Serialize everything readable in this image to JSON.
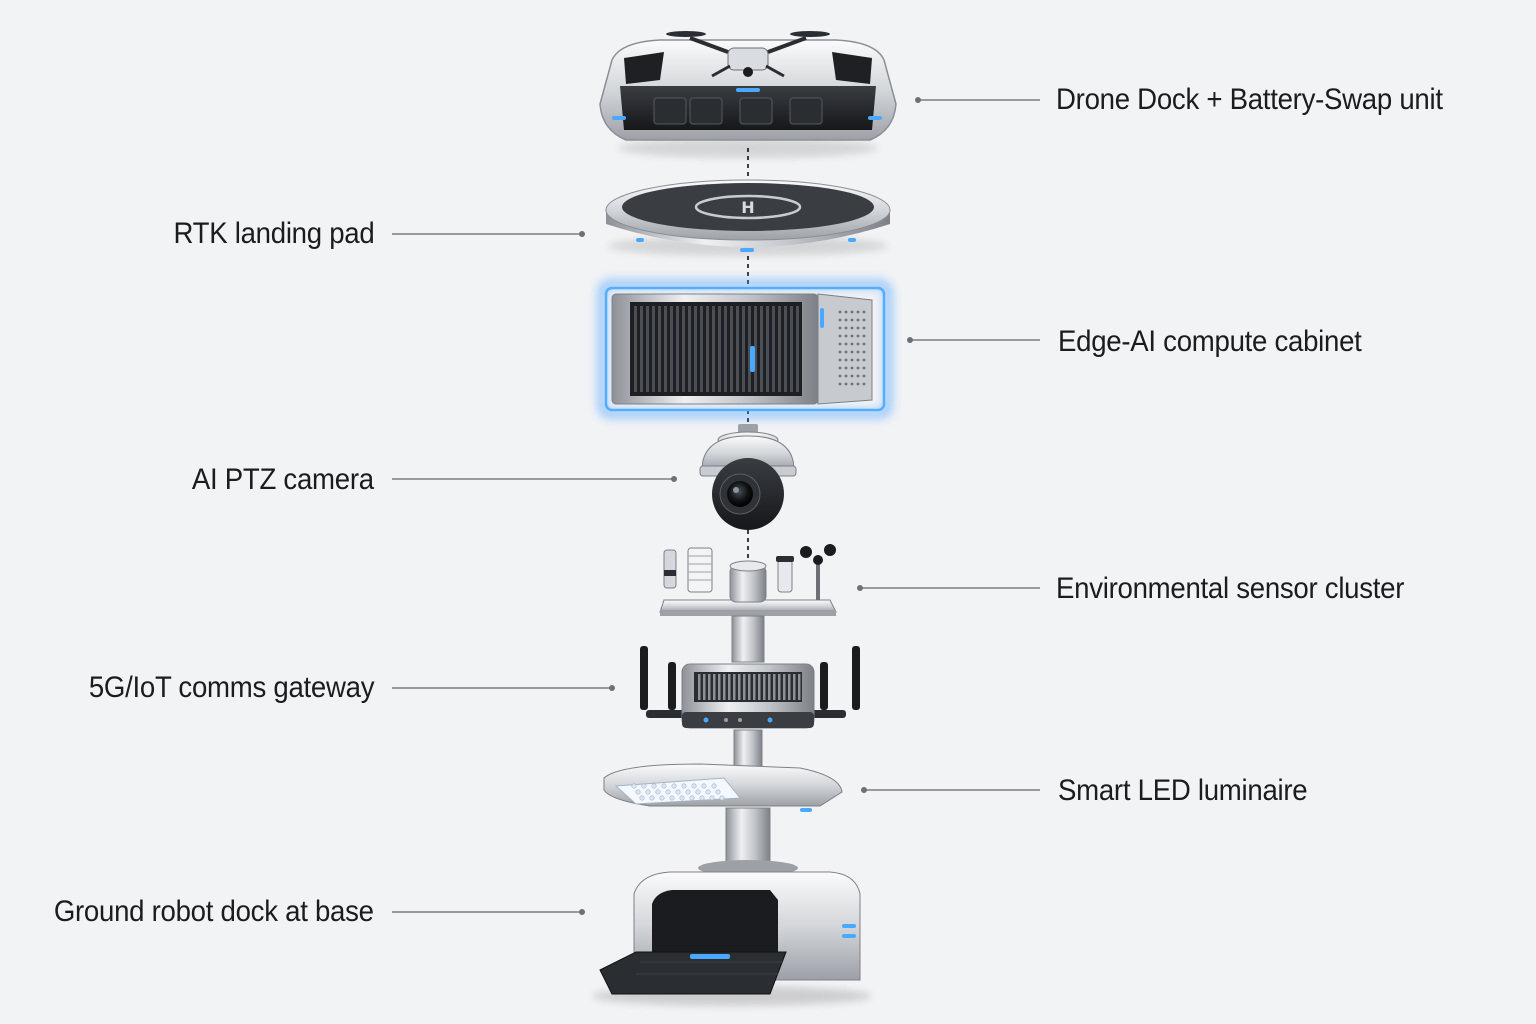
{
  "labels": {
    "drone_dock": "Drone Dock + Battery-Swap unit",
    "rtk_pad": "RTK landing pad",
    "edge_ai": "Edge-AI compute cabinet",
    "ptz_camera": "AI PTZ camera",
    "env_sensors": "Environmental sensor cluster",
    "comms_gateway": "5G/IoT comms gateway",
    "led_luminaire": "Smart LED luminaire",
    "robot_dock": "Ground robot dock at base"
  },
  "landing_pad_marking": "H",
  "colors": {
    "background": "#f2f3f5",
    "accent_glow": "#3a9bff",
    "metal": "#c9ccd1",
    "dark": "#1e2024",
    "leader_line": "#8a8d92"
  }
}
